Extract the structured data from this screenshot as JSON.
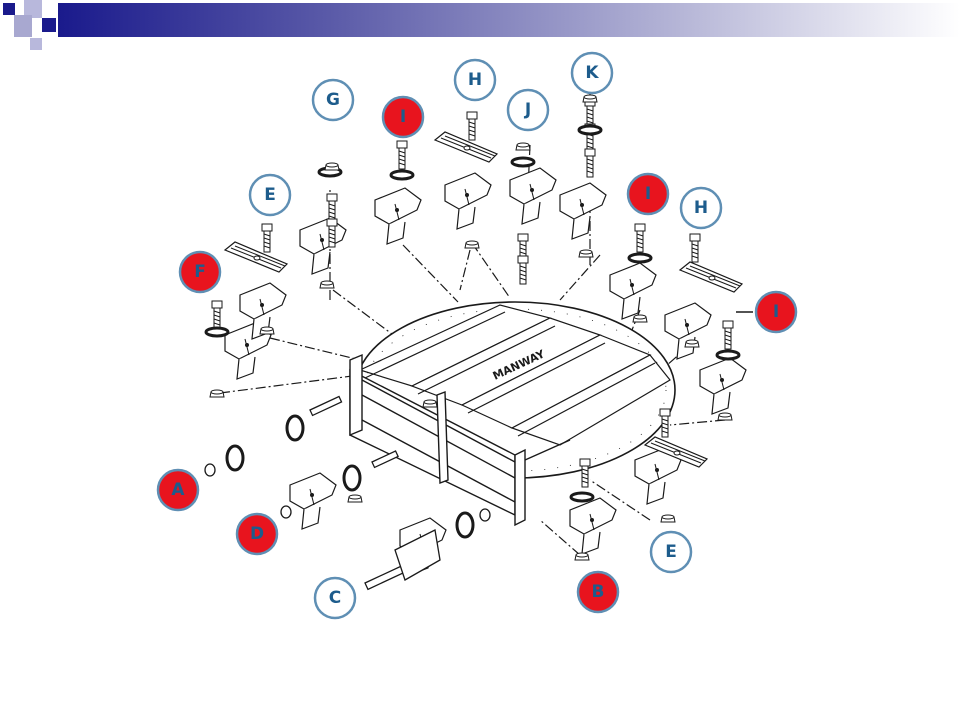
{
  "colors": {
    "banner_dark": "#1a1a8c",
    "banner_light": "#b8b8d8",
    "label_red": "#e8141e",
    "label_blue_text": "#1d5c8c",
    "label_blue_ring": "#5f8fb4",
    "drawing_ink": "#1a1a1a"
  },
  "diagram": {
    "center_panel_text": "MANWAY",
    "labels": [
      {
        "id": "g",
        "text": "G",
        "style": "blue"
      },
      {
        "id": "h1",
        "text": "H",
        "style": "blue"
      },
      {
        "id": "k",
        "text": "K",
        "style": "blue"
      },
      {
        "id": "i1",
        "text": "I",
        "style": "red"
      },
      {
        "id": "j",
        "text": "J",
        "style": "blue"
      },
      {
        "id": "e1",
        "text": "E",
        "style": "blue"
      },
      {
        "id": "i2",
        "text": "I",
        "style": "red"
      },
      {
        "id": "h2",
        "text": "H",
        "style": "blue"
      },
      {
        "id": "f",
        "text": "F",
        "style": "red"
      },
      {
        "id": "i3",
        "text": "I",
        "style": "red"
      },
      {
        "id": "a",
        "text": "A",
        "style": "red"
      },
      {
        "id": "d",
        "text": "D",
        "style": "red"
      },
      {
        "id": "e2",
        "text": "E",
        "style": "blue"
      },
      {
        "id": "c",
        "text": "C",
        "style": "blue"
      },
      {
        "id": "b",
        "text": "B",
        "style": "red"
      }
    ]
  }
}
